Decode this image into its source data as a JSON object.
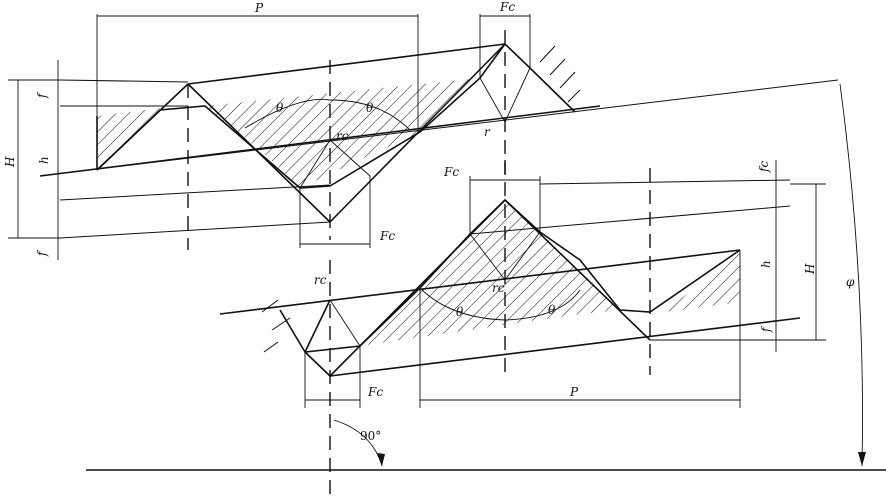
{
  "labels": {
    "p_top": "P",
    "fc_top": "Fc",
    "f_top_left": "f",
    "h_left": "h",
    "H_left": "H",
    "f_bottom_left": "f",
    "theta_1": "θ",
    "theta_2": "θ",
    "rc_1": "rc",
    "rc_2": "r",
    "fc_mid": "Fc",
    "fc_bottom_upper": "Fc",
    "fc_right": "Fc",
    "rc_3": "rc",
    "rc_4": "rc",
    "theta_3": "θ",
    "theta_4": "θ",
    "f_right_top": "fc",
    "h_right": "h",
    "H_right": "H",
    "f_right_bottom": "f",
    "fc_bottom": "Fc",
    "p_bottom": "P",
    "angle_90": "90°",
    "phi": "φ"
  }
}
